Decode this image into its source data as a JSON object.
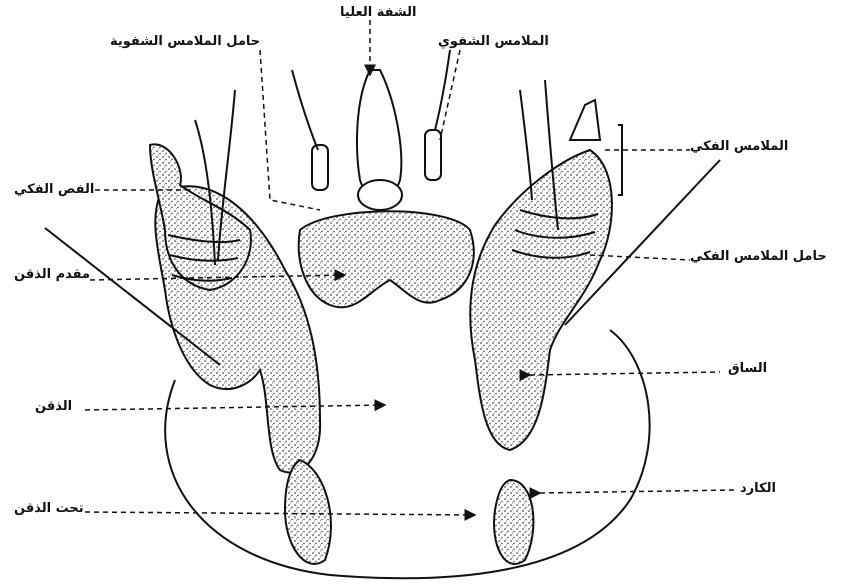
{
  "labels": {
    "labium_palp_bearer": "حامل الملامس الشفوية",
    "labrum": "الشفة العليا",
    "labial_palp": "الملامس الشفوي",
    "maxillary_palp": "الملامس الفكي",
    "maxillary_lobe": "الفص الفكي",
    "palpifer": "حامل الملامس الفكي",
    "mentum_front": "مقدم الذقن",
    "stipes": "الساق",
    "mentum": "الذقن",
    "cardo": "الكارد",
    "submentum": "تحت الذقن"
  },
  "colors": {
    "ink": "#111111",
    "paper": "#ffffff"
  }
}
